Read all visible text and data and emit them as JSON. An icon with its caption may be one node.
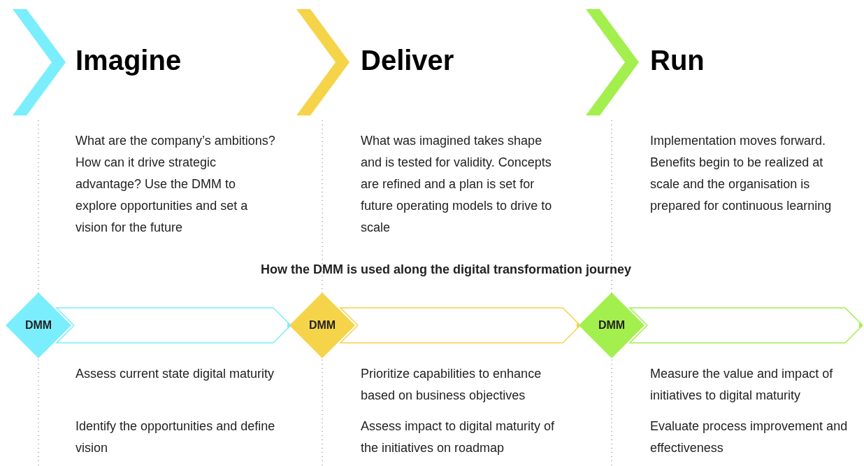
{
  "diagram": {
    "title": "How the DMM is used along the digital transformation journey",
    "nodes": [
      {
        "text": [
          "DMM"
        ]
      },
      {
        "text": [
          "DMM"
        ]
      },
      {
        "text": [
          "DMM"
        ]
      }
    ],
    "edges": [
      {
        "from": 0,
        "to": 1,
        "arrow": "to",
        "color": "#7aeefc"
      },
      {
        "from": 1,
        "to": 2,
        "arrow": "to",
        "color": "#f5d44a"
      },
      {
        "from": 2,
        "to": null,
        "arrow": "to",
        "color": "#a3ef4e"
      }
    ],
    "labels": [
      "Imagine",
      "Deliver",
      "Run",
      "What are the company’s ambitions? How can it drive strategic advantage? Use the DMM to explore opportunities and set a vision for the future",
      "What was imagined takes shape and is tested for validity. Concepts are refined and a plan is set for future operating models to drive to scale",
      "Implementation moves forward. Benefits begin to be realized at scale and the organisation is prepared for continuous learning",
      "Assess current state digital maturity",
      "Prioritize capabilities to enhance based on business objectives",
      "Measure the value and impact of initiatives to digital maturity",
      "Identify the opportunities and define vision",
      "Assess impact to digital maturity of the initiatives on roadmap",
      "Evaluate process improvement and effectiveness"
    ]
  }
}
